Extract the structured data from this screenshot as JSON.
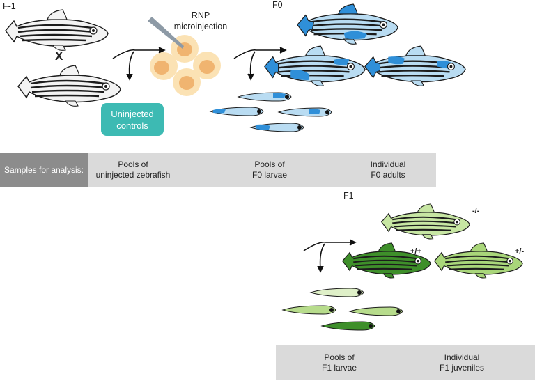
{
  "generations": {
    "f_minus1": "F-1",
    "f0": "F0",
    "f1": "F1"
  },
  "cross_symbol": "X",
  "injection": {
    "line1": "RNP",
    "line2": "microinjection"
  },
  "uninjected": {
    "line1": "Uninjected",
    "line2": "controls"
  },
  "samples_bar_1": {
    "header": "Samples for analysis:",
    "items": [
      {
        "line1": "Pools of",
        "line2": "uninjected zebrafish"
      },
      {
        "line1": "Pools of",
        "line2": "F0 larvae"
      },
      {
        "line1": "Individual",
        "line2": "F0 adults"
      }
    ]
  },
  "samples_bar_2": {
    "items": [
      {
        "line1": "Pools of",
        "line2": "F1 larvae"
      },
      {
        "line1": "Individual",
        "line2": "F1 juveniles"
      }
    ]
  },
  "genotypes": {
    "homo_mutant": "-/-",
    "wild_type": "+/+",
    "het": "+/-"
  },
  "colors": {
    "teal_box": "#3dbab3",
    "egg_outer": "#fbe2b4",
    "egg_inner": "#f0b470",
    "f0_fill": "#b9dcf2",
    "f0_accent": "#2f8fd8",
    "f1_light": "#c7e6a3",
    "f1_dark": "#3e8f2a",
    "bar_bg": "#dadada",
    "bar_head": "#8c8c8c"
  }
}
